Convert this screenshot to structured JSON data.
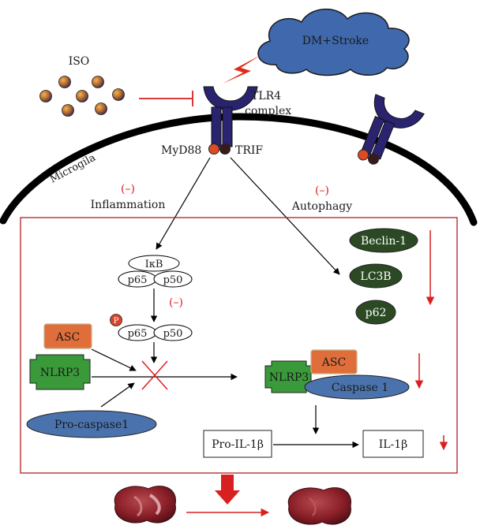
{
  "labels": {
    "cloud": "DM+Stroke",
    "iso": "ISO",
    "tlr4_line1": "TLR4",
    "tlr4_line2": "complex",
    "myd88": "MyD88",
    "trif": "TRIF",
    "microglia": "Microgila",
    "minus_inflammation": "(–)",
    "inflammation": "Inflammation",
    "minus_autophagy": "(–)",
    "autophagy": "Autophagy",
    "ikb": "IκB",
    "p65": "p65",
    "p50": "p50",
    "minus_nfkb": "(–)",
    "phospho": "P",
    "p65_b": "p65",
    "p50_b": "p50",
    "asc": "ASC",
    "nlrp3": "NLRP3",
    "pro_caspase1": "Pro-caspase1",
    "beclin1": "Beclin-1",
    "lc3b": "LC3B",
    "p62": "p62",
    "nlrp3_b": "NLRP3",
    "asc_b": "ASC",
    "caspase1": "Caspase 1",
    "pro_il1b": "Pro-IL-1β",
    "il1b": "IL-1β"
  },
  "colors": {
    "receptor": "#2a2470",
    "cloud": "#3f68ad",
    "bolt": "#e02a1a",
    "red_line": "#d92020",
    "orange": "#e06e3a",
    "green": "#3a9a3a",
    "dark_green": "#2b4a24",
    "blue_ellipse": "#4a73ad",
    "brain": "#8a1f28"
  },
  "icons": {
    "lightning": "lightning-bolt-icon",
    "brain": "brain-slice-icon"
  }
}
